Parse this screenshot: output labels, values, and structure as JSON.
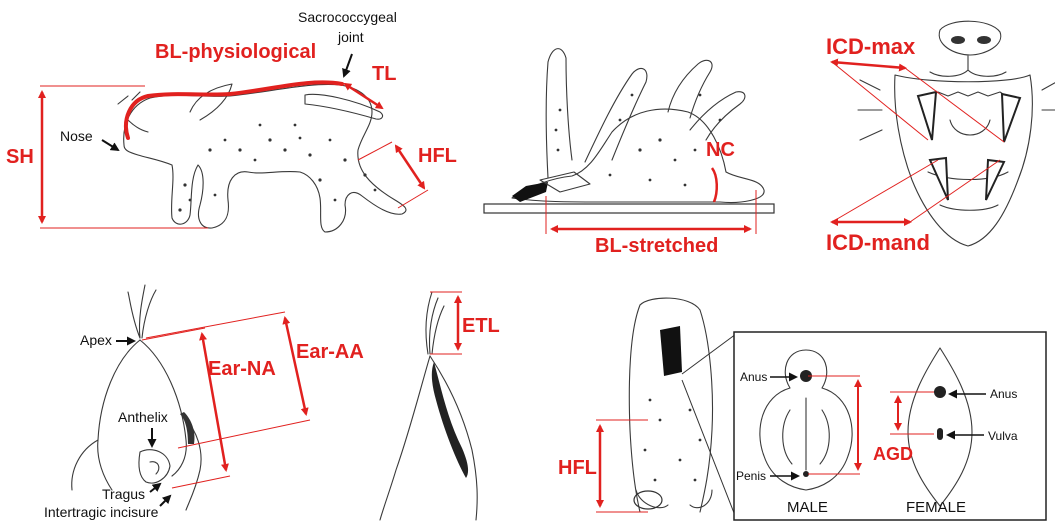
{
  "colors": {
    "measure": "#e1211f",
    "ink": "#111111",
    "sketch": "#3a3a3a"
  },
  "panels": {
    "standing_lynx": {
      "bl_physiological": "BL-physiological",
      "sacrococcygeal_line1": "Sacrococcygeal",
      "sacrococcygeal_line2": "joint",
      "tl": "TL",
      "sh": "SH",
      "nose": "Nose",
      "hfl": "HFL"
    },
    "lying_lynx": {
      "nc": "NC",
      "bl_stretched": "BL-stretched"
    },
    "skull": {
      "icd_max": "ICD-max",
      "icd_mand": "ICD-mand"
    },
    "ear_front": {
      "apex": "Apex",
      "ear_na": "Ear-NA",
      "ear_aa": "Ear-AA",
      "anthelix": "Anthelix",
      "tragus": "Tragus",
      "intertragic_incisure": "Intertragic incisure"
    },
    "ear_side": {
      "etl": "ETL"
    },
    "rear_view": {
      "hfl": "HFL",
      "male": {
        "anus": "Anus",
        "penis": "Penis",
        "caption": "MALE"
      },
      "female": {
        "anus": "Anus",
        "vulva": "Vulva",
        "caption": "FEMALE"
      },
      "agd": "AGD"
    }
  }
}
